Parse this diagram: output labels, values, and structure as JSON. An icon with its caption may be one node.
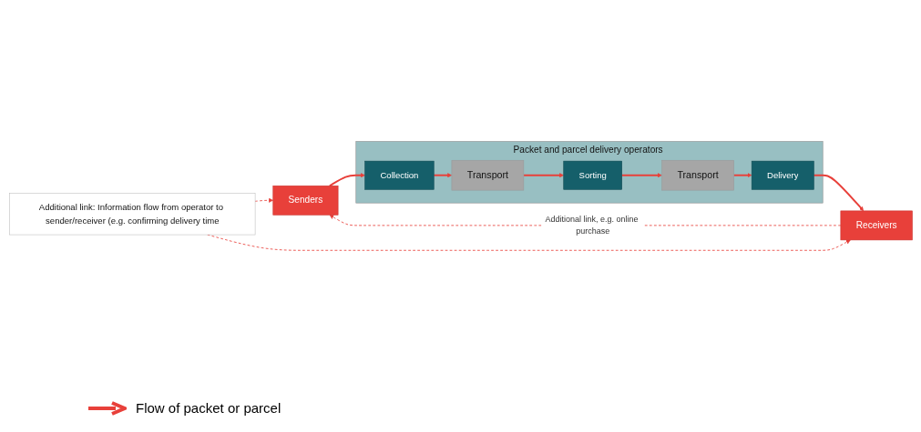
{
  "diagram": {
    "nodes": [
      {
        "text": [
          "Senders"
        ]
      },
      {
        "text": [
          "Receivers"
        ]
      },
      {
        "text": [
          "Packet and parcel delivery operators"
        ]
      },
      {
        "text": [
          "Collection"
        ],
        "in": 2
      },
      {
        "text": [
          "Transport"
        ],
        "in": 2
      },
      {
        "text": [
          "Sorting"
        ],
        "in": 2
      },
      {
        "text": [
          "Transport"
        ],
        "in": 2
      },
      {
        "text": [
          "Delivery"
        ],
        "in": 2
      },
      {
        "text": [
          "Additional link: Information flow from operator to sender/receiver (e.g. confirming delivery time"
        ]
      }
    ],
    "edges": [
      {
        "from": 1,
        "to": 0,
        "arrow": "to",
        "style": "dashed",
        "label": "Additional link, e.g. online purchase"
      },
      {
        "from": 0,
        "to": 3,
        "arrow": "to"
      },
      {
        "from": 3,
        "to": 4,
        "arrow": "to"
      },
      {
        "from": 4,
        "to": 5,
        "arrow": "to"
      },
      {
        "from": 5,
        "to": 6,
        "arrow": "to"
      },
      {
        "from": 6,
        "to": 7,
        "arrow": "to"
      },
      {
        "from": 7,
        "to": 1,
        "arrow": "to"
      },
      {
        "from": 8,
        "to": 0,
        "arrow": "to",
        "style": "dashed"
      },
      {
        "from": 8,
        "to": 1,
        "arrow": "to",
        "style": "dashed"
      }
    ],
    "legend": [
      {
        "text": "Flow of packet or parcel"
      }
    ]
  }
}
